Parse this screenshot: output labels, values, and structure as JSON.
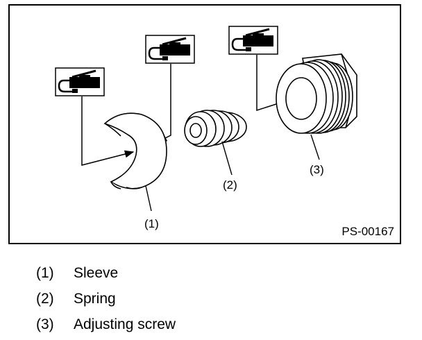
{
  "figure": {
    "code": "PS-00167",
    "callouts": [
      {
        "id": "sleeve",
        "label": "(1)"
      },
      {
        "id": "spring",
        "label": "(2)"
      },
      {
        "id": "adjusting-screw",
        "label": "(3)"
      }
    ],
    "lubricant_icons": [
      "grease-gun-icon",
      "grease-gun-icon",
      "grease-gun-icon"
    ]
  },
  "legend": [
    {
      "num": "(1)",
      "text": "Sleeve"
    },
    {
      "num": "(2)",
      "text": "Spring"
    },
    {
      "num": "(3)",
      "text": "Adjusting screw"
    }
  ]
}
